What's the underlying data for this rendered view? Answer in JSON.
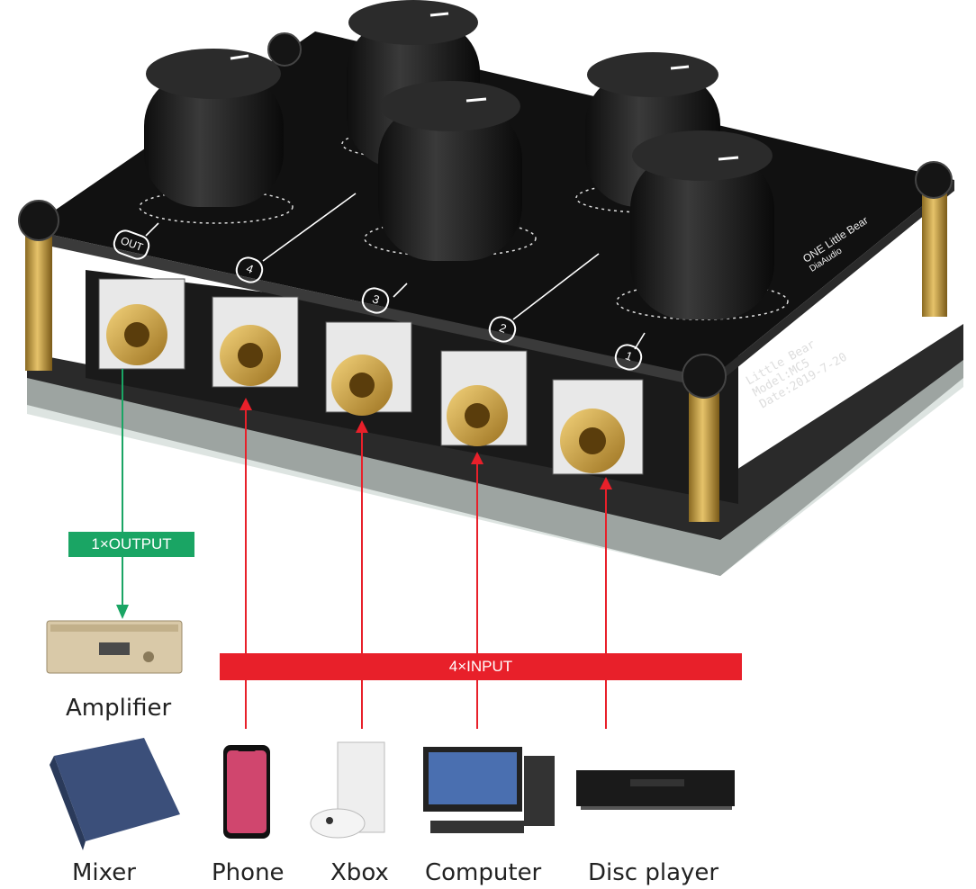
{
  "colors": {
    "output_arrow": "#1aa564",
    "input_arrow": "#e8202a",
    "pcb": "#111111",
    "brass": "#c9a043"
  },
  "board": {
    "brand_line1": "ONE Little Bear",
    "brand_line2": "DiaAudio",
    "silk_line1": "Little Bear",
    "silk_line2": "Model:MC5",
    "silk_line3": "Date:2019-7-20",
    "knob_labels": [
      "OUT",
      "4",
      "3",
      "2",
      "1"
    ]
  },
  "labels": {
    "output": "1×OUTPUT",
    "input": "4×INPUT"
  },
  "devices": {
    "amplifier": "Amplifier",
    "mixer": "Mixer",
    "phone": "Phone",
    "xbox": "Xbox",
    "computer": "Computer",
    "disc_player": "Disc player"
  },
  "icons": [
    "amplifier-icon",
    "mixer-icon",
    "phone-icon",
    "xbox-icon",
    "computer-icon",
    "disc-player-icon"
  ]
}
